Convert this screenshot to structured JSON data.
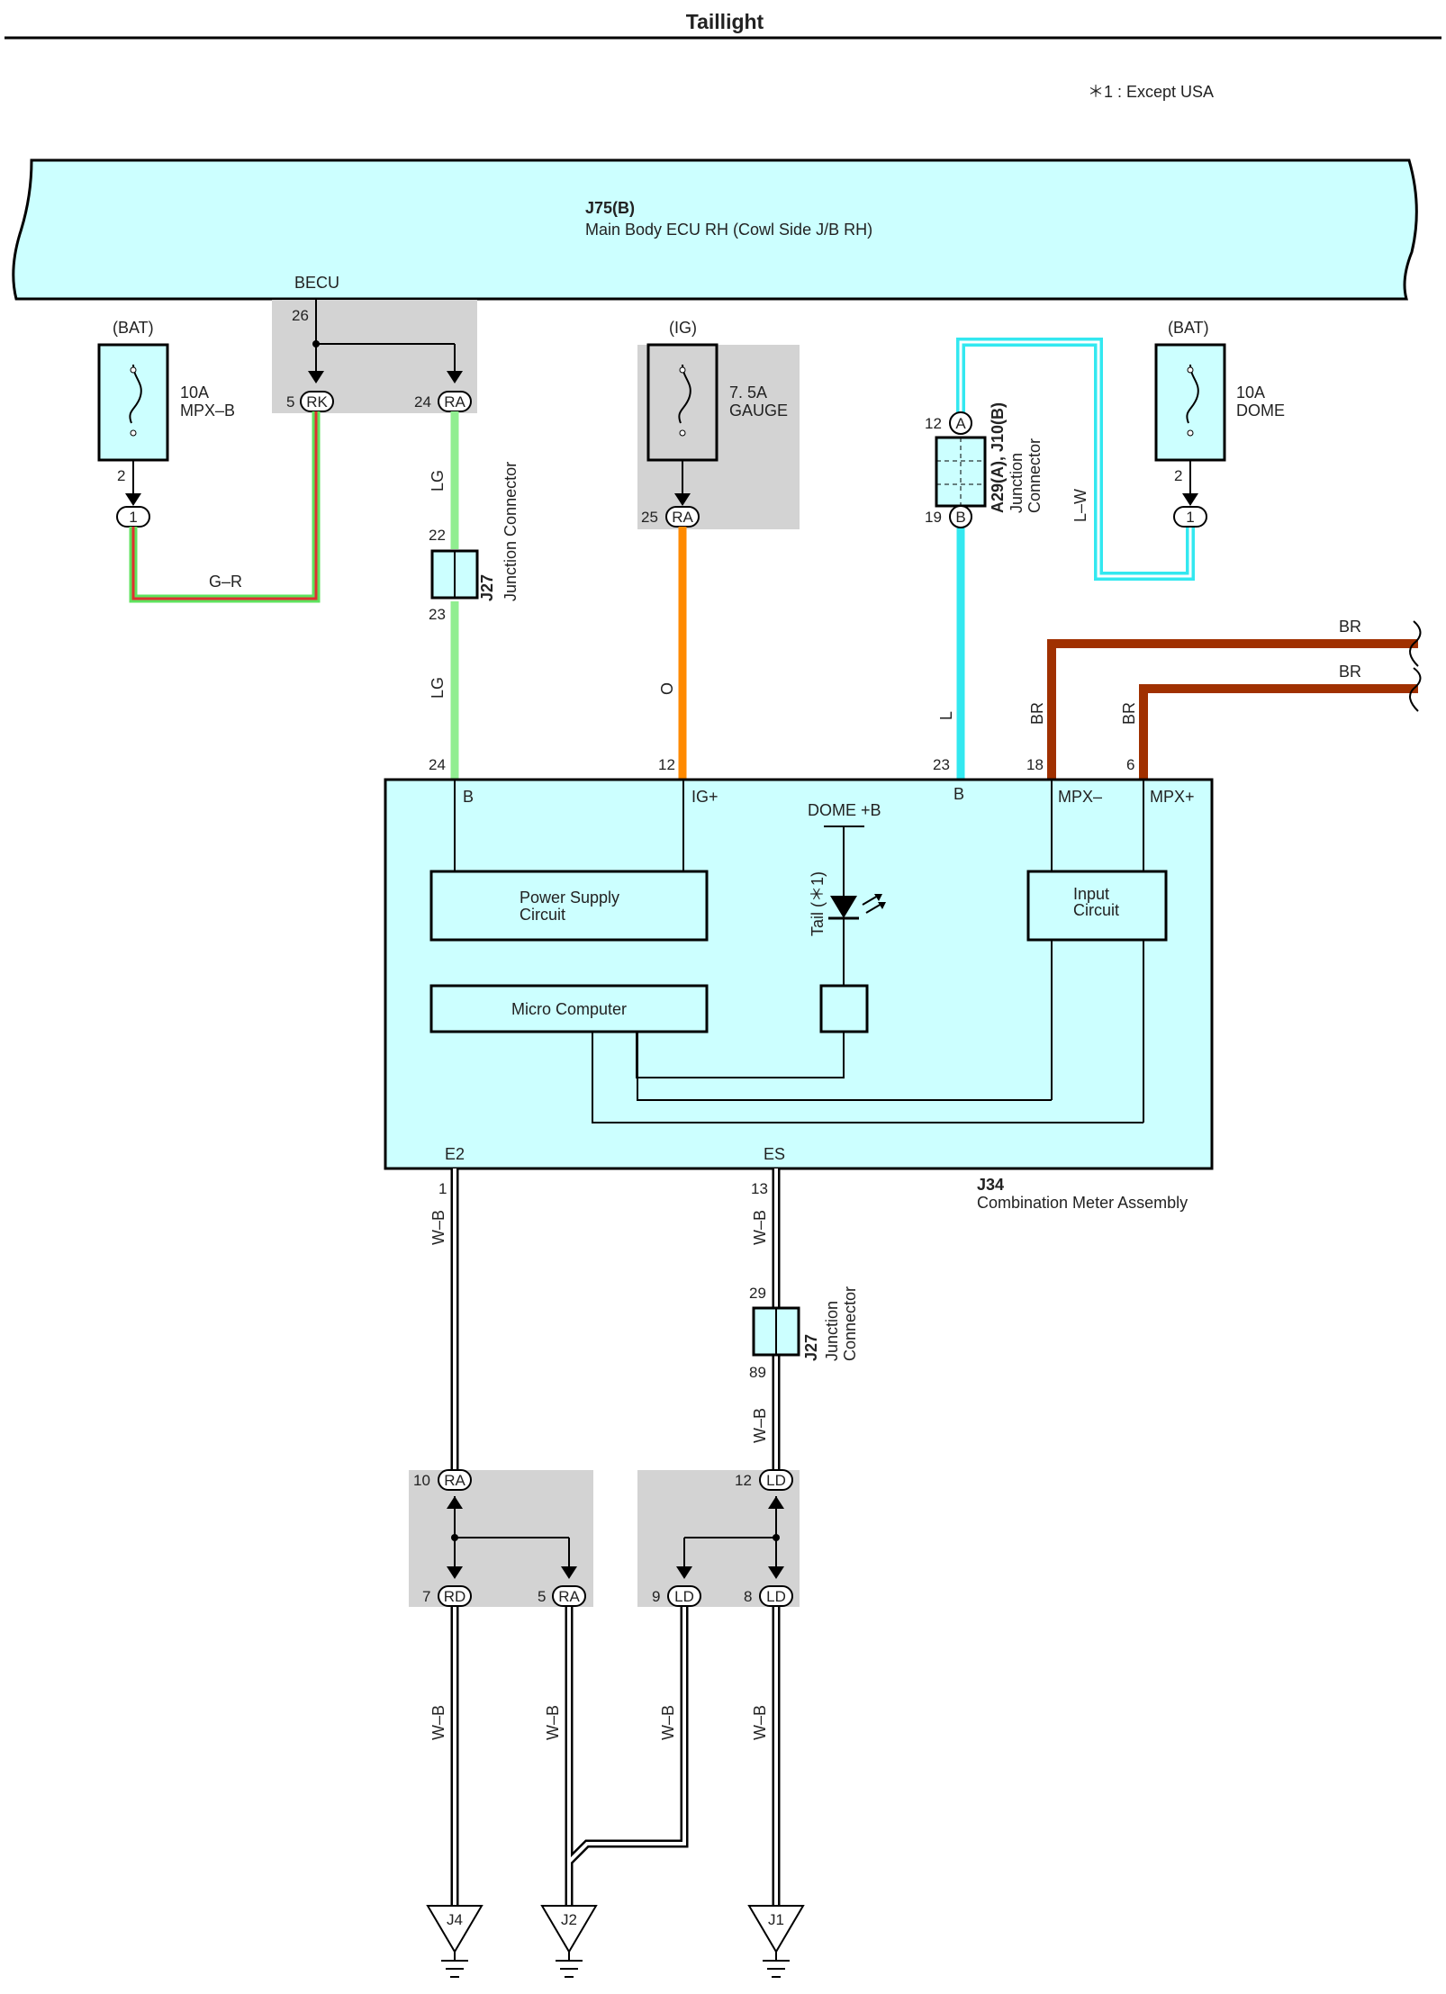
{
  "page": {
    "title": "Taillight",
    "note": "＊1 : Except USA"
  },
  "ecu": {
    "code": "J75(B)",
    "name": "Main Body ECU RH (Cowl Side J/B RH)",
    "pin_label": "BECU",
    "pin": "26"
  },
  "fuses": {
    "mpxb": {
      "source": "(BAT)",
      "rating": "10A",
      "name": "MPX–B",
      "out_pin": "2",
      "term": "1"
    },
    "gauge": {
      "source": "(IG)",
      "rating": "7. 5A",
      "name": "GAUGE",
      "pin": "25",
      "conn": "RA"
    },
    "dome": {
      "source": "(BAT)",
      "rating": "10A",
      "name": "DOME",
      "out_pin": "2",
      "term": "1"
    }
  },
  "becu_pins": {
    "p5": "5",
    "rk": "RK",
    "p24": "24",
    "ra": "RA"
  },
  "j27_top": {
    "code": "J27",
    "name": "Junction Connector",
    "pin_in": "22",
    "pin_out": "23"
  },
  "a29": {
    "code": "A29(A), J10(B)",
    "line1": "Junction",
    "line2": "Connector",
    "pin_a": "12",
    "term_a": "A",
    "pin_b": "19",
    "term_b": "B"
  },
  "wires": {
    "gr": "G–R",
    "lg": "LG",
    "o": "O",
    "l": "L",
    "lw": "L–W",
    "br": "BR",
    "wb": "W–B"
  },
  "meter": {
    "code": "J34",
    "name": "Combination Meter Assembly",
    "pins": {
      "b1": "24",
      "ig": "12",
      "b2": "23",
      "mpxm": "18",
      "mpxp": "6",
      "e2": "1",
      "es": "13"
    },
    "labels": {
      "b1": "B",
      "ig": "IG+",
      "b2": "B",
      "mpxm": "MPX–",
      "mpxp": "MPX+",
      "e2": "E2",
      "es": "ES",
      "dome": "DOME +B"
    },
    "power_supply": [
      "Power Supply",
      "Circuit"
    ],
    "input_circuit": [
      "Input",
      "Circuit"
    ],
    "micro": "Micro Computer",
    "tail": "Tail (＊1)"
  },
  "j27_bottom": {
    "code": "J27",
    "line1": "Junction",
    "line2": "Connector",
    "pin_in": "29",
    "pin_out": "89"
  },
  "lower_left": {
    "p10": "10",
    "c10": "RA",
    "p7": "7",
    "c7": "RD",
    "p5": "5",
    "c5": "RA"
  },
  "lower_right": {
    "p12": "12",
    "c12": "LD",
    "p9": "9",
    "c9": "LD",
    "p8": "8",
    "c8": "LD"
  },
  "grounds": [
    "J4",
    "J2",
    "J1"
  ],
  "colors": {
    "connector_fill": "#ccffff",
    "relay_box": "#d3d3d3",
    "green": "#5ee35e",
    "red": "#e03030",
    "lg": "#90ee90",
    "orange": "#ff8a00",
    "cyan": "#33e8f0",
    "brown": "#a03000"
  }
}
